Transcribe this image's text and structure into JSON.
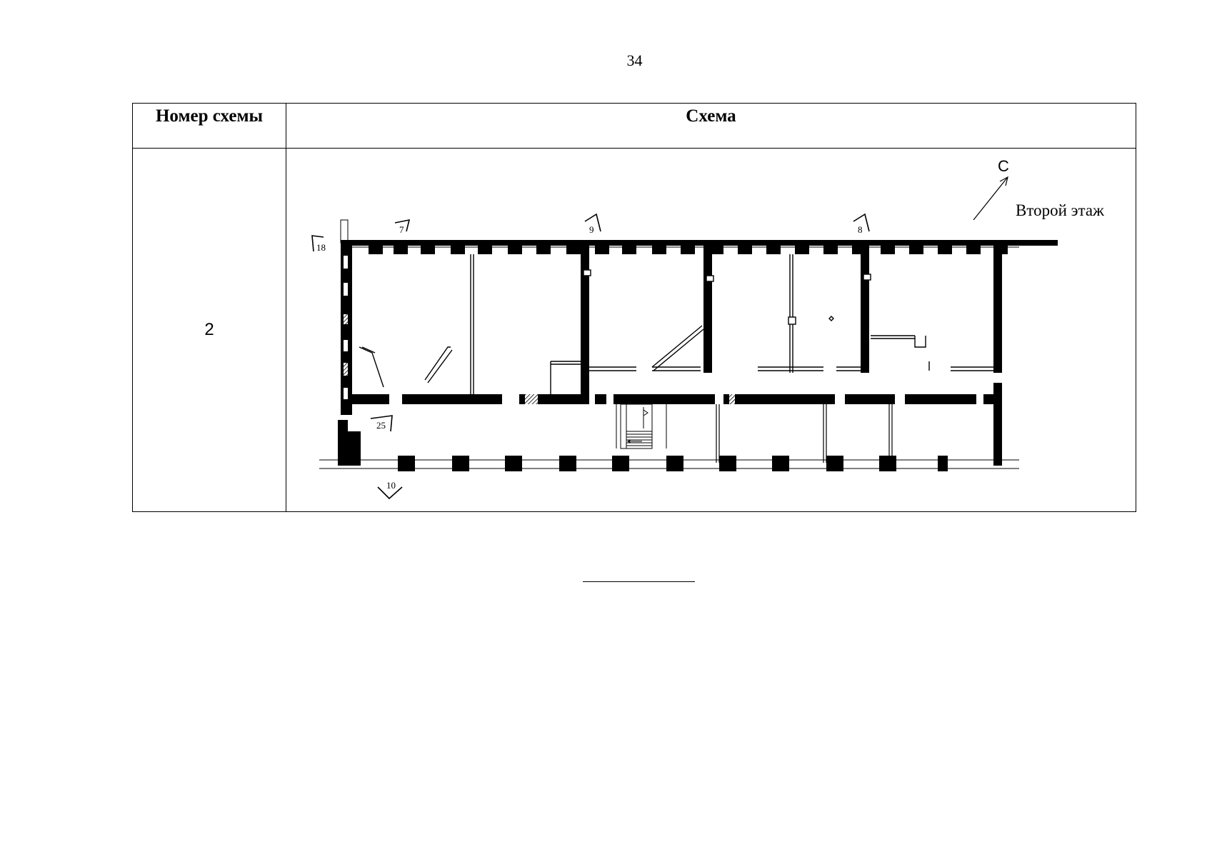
{
  "page_number": "34",
  "table": {
    "headers": {
      "number": "Номер схемы",
      "scheme": "Схема"
    },
    "rows": [
      {
        "number": "2",
        "plan": {
          "north_letter": "С",
          "floor_label": "Второй этаж",
          "markers": [
            "7",
            "9",
            "8",
            "18",
            "25",
            "10"
          ]
        }
      }
    ]
  }
}
